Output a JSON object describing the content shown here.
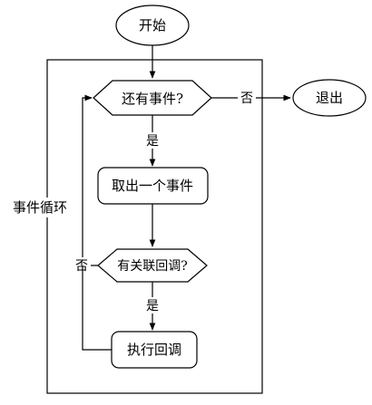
{
  "flowchart": {
    "start": "开始",
    "exit": "退出",
    "loop_label": "事件循环",
    "decision_has_event": "还有事件?",
    "action_take_event": "取出一个事件",
    "decision_has_callback": "有关联回调?",
    "action_run_callback": "执行回调",
    "edge_yes_1": "是",
    "edge_no_1": "否",
    "edge_yes_2": "是",
    "edge_no_2": "否"
  }
}
